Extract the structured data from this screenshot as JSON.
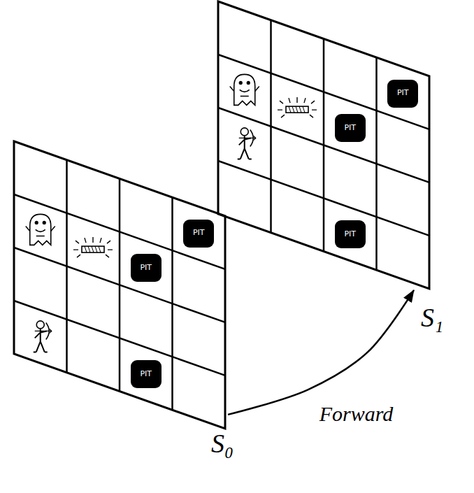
{
  "diagram": {
    "nodes": [
      {
        "text": [
          "S₀"
        ]
      },
      {
        "text": [
          "PIT"
        ],
        "in": 0
      },
      {
        "text": [
          "PIT"
        ],
        "in": 0
      },
      {
        "text": [
          "PIT"
        ],
        "in": 0
      },
      {
        "text": [
          "S₁"
        ]
      },
      {
        "text": [
          "PIT"
        ],
        "in": 4
      },
      {
        "text": [
          "PIT"
        ],
        "in": 4
      },
      {
        "text": [
          "PIT"
        ],
        "in": 4
      }
    ],
    "edges": [
      {
        "from": 0,
        "to": 4,
        "label": "Forward",
        "arrow": "to"
      }
    ]
  }
}
